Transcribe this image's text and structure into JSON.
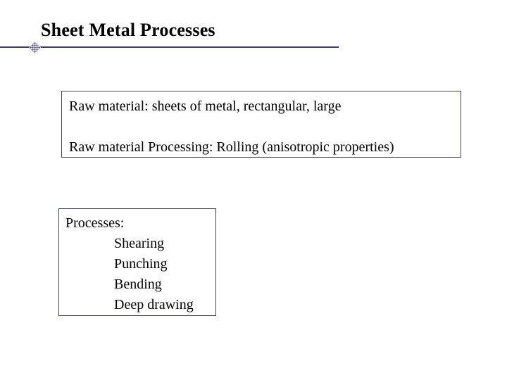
{
  "slide": {
    "title": "Sheet Metal Processes",
    "box1": {
      "line1": "Raw material: sheets of metal, rectangular, large",
      "line2": "Raw material Processing: Rolling (anisotropic properties)"
    },
    "box2": {
      "heading": "Processes:",
      "items": [
        "Shearing",
        "Punching",
        "Bending",
        "Deep drawing"
      ]
    },
    "icons": {
      "divider_ornament": "dotted-diamond"
    },
    "colors": {
      "divider": "#3c3c64",
      "box_border": "#44445f",
      "text": "#000000",
      "background": "#ffffff"
    }
  }
}
